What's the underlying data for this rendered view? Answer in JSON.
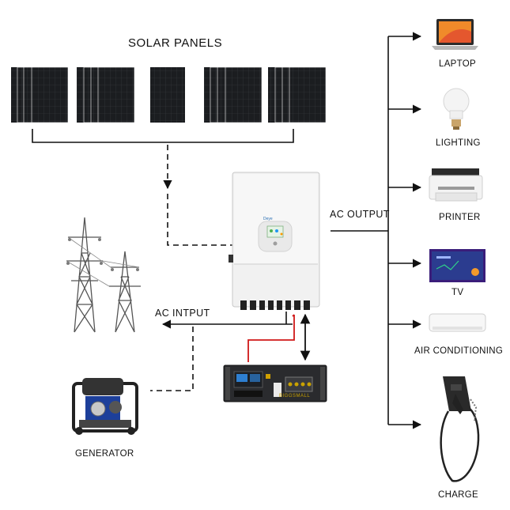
{
  "labels": {
    "solar_panels": "SOLAR PANELS",
    "ac_output": "AC OUTPUT",
    "ac_input": "AC  INTPUT",
    "generator": "GENERATOR"
  },
  "loads": [
    {
      "label": "LAPTOP",
      "icon": "laptop-icon"
    },
    {
      "label": "LIGHTING",
      "icon": "lightbulb-icon"
    },
    {
      "label": "PRINTER",
      "icon": "printer-icon"
    },
    {
      "label": "TV",
      "icon": "tv-icon"
    },
    {
      "label": "AIR CONDITIONING",
      "icon": "air-conditioner-icon"
    },
    {
      "label": "CHARGE",
      "icon": "ev-charger-icon"
    }
  ],
  "devices": {
    "inverter_icon": "inverter-icon",
    "battery_icon": "battery-rack-icon",
    "battery_brand": "BIGGSMALL",
    "pylon_icon": "power-pylon-icon",
    "generator_icon": "generator-icon"
  },
  "colors": {
    "line": "#111111",
    "battery_cable": "#d01818",
    "panel": "#1b1d20"
  }
}
